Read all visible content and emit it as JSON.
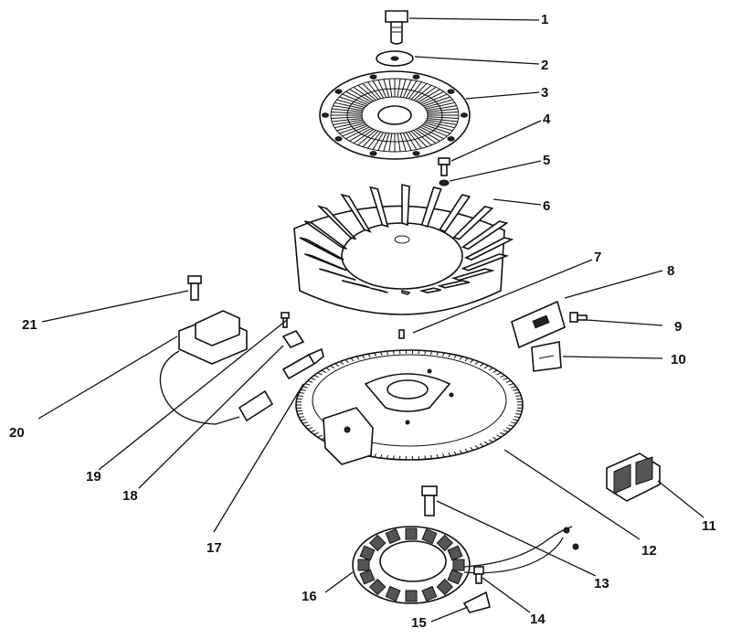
{
  "callouts": [
    {
      "id": "1",
      "label": "1",
      "part": "bolt"
    },
    {
      "id": "2",
      "label": "2",
      "part": "washer"
    },
    {
      "id": "3",
      "label": "3",
      "part": "screen"
    },
    {
      "id": "4",
      "label": "4",
      "part": "screw"
    },
    {
      "id": "5",
      "label": "5",
      "part": "lock-washer"
    },
    {
      "id": "6",
      "label": "6",
      "part": "fan"
    },
    {
      "id": "7",
      "label": "7",
      "part": "key"
    },
    {
      "id": "8",
      "label": "8",
      "part": "regulator"
    },
    {
      "id": "9",
      "label": "9",
      "part": "screw"
    },
    {
      "id": "10",
      "label": "10",
      "part": "rectifier"
    },
    {
      "id": "11",
      "label": "11",
      "part": "connector"
    },
    {
      "id": "12",
      "label": "12",
      "part": "flywheel"
    },
    {
      "id": "13",
      "label": "13",
      "part": "bolt"
    },
    {
      "id": "14",
      "label": "14",
      "part": "screw"
    },
    {
      "id": "15",
      "label": "15",
      "part": "clip"
    },
    {
      "id": "16",
      "label": "16",
      "part": "stator"
    },
    {
      "id": "17",
      "label": "17",
      "part": "spark-plug-terminal"
    },
    {
      "id": "18",
      "label": "18",
      "part": "clip"
    },
    {
      "id": "19",
      "label": "19",
      "part": "screw"
    },
    {
      "id": "20",
      "label": "20",
      "part": "ignition-module"
    },
    {
      "id": "21",
      "label": "21",
      "part": "screw"
    }
  ]
}
